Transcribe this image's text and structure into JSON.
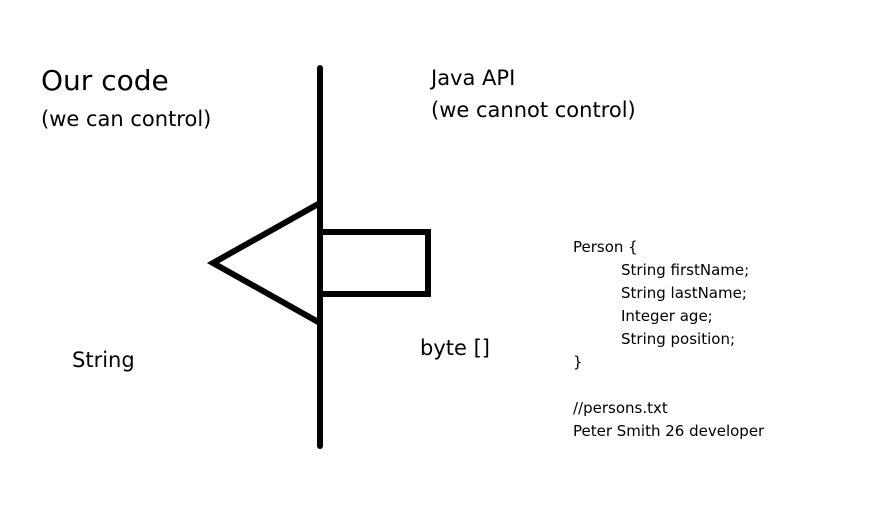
{
  "left_side": {
    "title": "Our code",
    "subtitle": "(we can control)",
    "type_label": "String"
  },
  "right_side": {
    "title": "Java API",
    "subtitle": "(we cannot control)",
    "type_label": "byte []"
  },
  "code": {
    "lines": [
      "Person {",
      "String firstName;",
      "String lastName;",
      "Integer age;",
      "String position;",
      "}",
      "//persons.txt",
      "Peter Smith 26 developer"
    ]
  },
  "colors": {
    "stroke": "#000000",
    "background": "#ffffff"
  }
}
